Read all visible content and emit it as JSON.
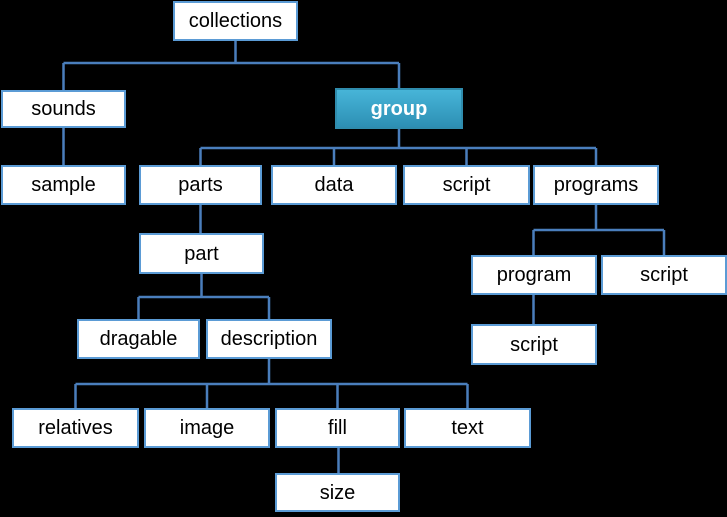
{
  "diagram": {
    "type": "tree",
    "background_color": "#000000",
    "connector_color": "#4a7ebc",
    "node_border_color": "#5b9bd5",
    "node_fill_color": "#ffffff",
    "highlight_node": {
      "id": "group",
      "fill_top": "#47b5d8",
      "fill_bottom": "#2d8fb4",
      "border_color": "#2f8cad",
      "text_color": "#ffffff"
    },
    "nodes": [
      {
        "id": "collections",
        "label": "collections"
      },
      {
        "id": "sounds",
        "label": "sounds"
      },
      {
        "id": "group",
        "label": "group",
        "highlight": true
      },
      {
        "id": "sample",
        "label": "sample"
      },
      {
        "id": "parts",
        "label": "parts"
      },
      {
        "id": "data",
        "label": "data"
      },
      {
        "id": "script-1",
        "label": "script"
      },
      {
        "id": "programs",
        "label": "programs"
      },
      {
        "id": "part",
        "label": "part"
      },
      {
        "id": "program",
        "label": "program"
      },
      {
        "id": "script-2",
        "label": "script"
      },
      {
        "id": "dragable",
        "label": "dragable"
      },
      {
        "id": "description",
        "label": "description"
      },
      {
        "id": "script-3",
        "label": "script"
      },
      {
        "id": "relatives",
        "label": "relatives"
      },
      {
        "id": "image",
        "label": "image"
      },
      {
        "id": "fill",
        "label": "fill"
      },
      {
        "id": "text",
        "label": "text"
      },
      {
        "id": "size",
        "label": "size"
      }
    ],
    "edges": [
      {
        "from": "collections",
        "to": "sounds"
      },
      {
        "from": "collections",
        "to": "group"
      },
      {
        "from": "sounds",
        "to": "sample"
      },
      {
        "from": "group",
        "to": "parts"
      },
      {
        "from": "group",
        "to": "data"
      },
      {
        "from": "group",
        "to": "script-1"
      },
      {
        "from": "group",
        "to": "programs"
      },
      {
        "from": "parts",
        "to": "part"
      },
      {
        "from": "part",
        "to": "dragable"
      },
      {
        "from": "part",
        "to": "description"
      },
      {
        "from": "description",
        "to": "relatives"
      },
      {
        "from": "description",
        "to": "image"
      },
      {
        "from": "description",
        "to": "fill"
      },
      {
        "from": "description",
        "to": "text"
      },
      {
        "from": "fill",
        "to": "size"
      },
      {
        "from": "programs",
        "to": "program"
      },
      {
        "from": "programs",
        "to": "script-2"
      },
      {
        "from": "program",
        "to": "script-3"
      }
    ]
  }
}
